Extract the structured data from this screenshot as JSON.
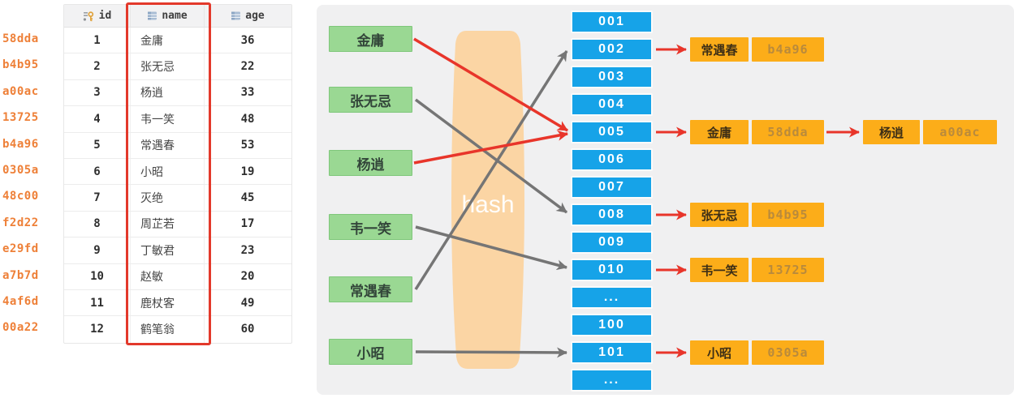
{
  "table": {
    "hash_column": [
      "58dda",
      "b4b95",
      "a00ac",
      "13725",
      "b4a96",
      "0305a",
      "48c00",
      "f2d22",
      "e29fd",
      "a7b7d",
      "4af6d",
      "00a22"
    ],
    "columns": [
      {
        "label": "id",
        "icon": "primary-key-icon"
      },
      {
        "label": "name",
        "icon": "column-icon"
      },
      {
        "label": "age",
        "icon": "column-icon"
      }
    ],
    "rows": [
      {
        "id": "1",
        "name": "金庸",
        "age": "36"
      },
      {
        "id": "2",
        "name": "张无忌",
        "age": "22"
      },
      {
        "id": "3",
        "name": "杨逍",
        "age": "33"
      },
      {
        "id": "4",
        "name": "韦一笑",
        "age": "48"
      },
      {
        "id": "5",
        "name": "常遇春",
        "age": "53"
      },
      {
        "id": "6",
        "name": "小昭",
        "age": "19"
      },
      {
        "id": "7",
        "name": "灭绝",
        "age": "45"
      },
      {
        "id": "8",
        "name": "周芷若",
        "age": "17"
      },
      {
        "id": "9",
        "name": "丁敏君",
        "age": "23"
      },
      {
        "id": "10",
        "name": "赵敏",
        "age": "20"
      },
      {
        "id": "11",
        "name": "鹿杖客",
        "age": "49"
      },
      {
        "id": "12",
        "name": "鹤笔翁",
        "age": "60"
      }
    ]
  },
  "diagram": {
    "hash_label": "hash",
    "inputs": [
      "金庸",
      "张无忌",
      "杨逍",
      "韦一笑",
      "常遇春",
      "小昭"
    ],
    "buckets": [
      "001",
      "002",
      "003",
      "004",
      "005",
      "006",
      "007",
      "008",
      "009",
      "010",
      "...",
      "100",
      "101",
      "..."
    ],
    "entries": [
      {
        "bucket": "002",
        "name": "常遇春",
        "hash": "b4a96"
      },
      {
        "bucket": "005",
        "name": "金庸",
        "hash": "58dda"
      },
      {
        "bucket": "005-next",
        "name": "杨逍",
        "hash": "a00ac"
      },
      {
        "bucket": "008",
        "name": "张无忌",
        "hash": "b4b95"
      },
      {
        "bucket": "010",
        "name": "韦一笑",
        "hash": "13725"
      },
      {
        "bucket": "101",
        "name": "小昭",
        "hash": "0305a"
      }
    ],
    "mappings": [
      {
        "from": "金庸",
        "to": "005",
        "arrow_color": "red"
      },
      {
        "from": "张无忌",
        "to": "008",
        "arrow_color": "gray"
      },
      {
        "from": "杨逍",
        "to": "005",
        "arrow_color": "red"
      },
      {
        "from": "韦一笑",
        "to": "010",
        "arrow_color": "gray"
      },
      {
        "from": "常遇春",
        "to": "002",
        "arrow_color": "gray"
      },
      {
        "from": "小昭",
        "to": "101",
        "arrow_color": "gray"
      }
    ]
  },
  "colors": {
    "hash_text_orange": "#ee8038",
    "highlight_red": "#e3392b",
    "panel_gray": "#f0f0f1",
    "input_green": "#9ad893",
    "funnel_peach": "#fbd5a4",
    "bucket_blue": "#16a3e8",
    "entry_orange": "#fcad19",
    "entry_hash_text": "#b98a3c",
    "arrow_gray": "#757575",
    "arrow_red": "#e8352a"
  }
}
